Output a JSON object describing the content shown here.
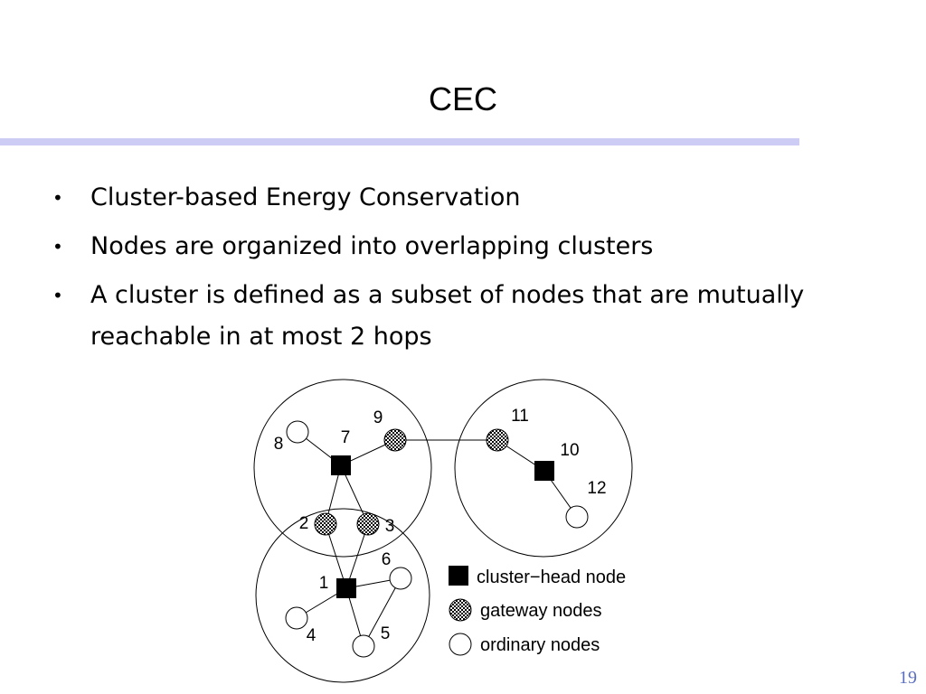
{
  "slide": {
    "title": "CEC",
    "bullets": [
      "Cluster-based Energy Conservation",
      "Nodes are organized into overlapping clusters",
      "A cluster is defined as a subset of nodes that are mutually reachable in at most 2 hops"
    ],
    "page_number": "19"
  },
  "diagram": {
    "nodes": [
      {
        "id": "1",
        "label": "1",
        "type": "cluster-head"
      },
      {
        "id": "2",
        "label": "2",
        "type": "gateway"
      },
      {
        "id": "3",
        "label": "3",
        "type": "gateway"
      },
      {
        "id": "4",
        "label": "4",
        "type": "ordinary"
      },
      {
        "id": "5",
        "label": "5",
        "type": "ordinary"
      },
      {
        "id": "6",
        "label": "6",
        "type": "ordinary"
      },
      {
        "id": "7",
        "label": "7",
        "type": "cluster-head"
      },
      {
        "id": "8",
        "label": "8",
        "type": "ordinary"
      },
      {
        "id": "9",
        "label": "9",
        "type": "gateway"
      },
      {
        "id": "10",
        "label": "10",
        "type": "cluster-head"
      },
      {
        "id": "11",
        "label": "11",
        "type": "gateway"
      },
      {
        "id": "12",
        "label": "12",
        "type": "ordinary"
      }
    ],
    "edges": [
      [
        "7",
        "8"
      ],
      [
        "7",
        "9"
      ],
      [
        "7",
        "2"
      ],
      [
        "7",
        "3"
      ],
      [
        "9",
        "11"
      ],
      [
        "11",
        "10"
      ],
      [
        "10",
        "12"
      ],
      [
        "1",
        "2"
      ],
      [
        "1",
        "3"
      ],
      [
        "1",
        "4"
      ],
      [
        "1",
        "5"
      ],
      [
        "1",
        "6"
      ],
      [
        "6",
        "5"
      ]
    ],
    "legend": [
      {
        "type": "cluster-head",
        "label": "cluster−head node"
      },
      {
        "type": "gateway",
        "label": "gateway nodes"
      },
      {
        "type": "ordinary",
        "label": "ordinary nodes"
      }
    ]
  },
  "colors": {
    "title_rule": "#ccccf5",
    "page_number": "#5a6fc0",
    "node_fill_head": "#000000",
    "node_fill_ordinary": "#ffffff"
  }
}
